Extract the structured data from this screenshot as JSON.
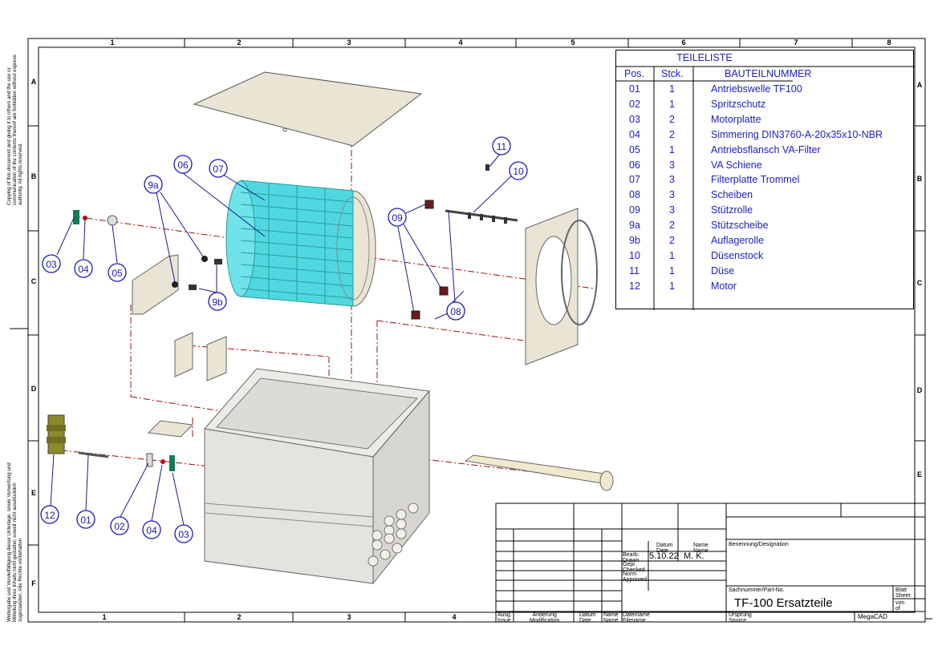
{
  "frame": {
    "columns_top": [
      "1",
      "2",
      "3",
      "4",
      "5",
      "6",
      "7",
      "8"
    ],
    "columns_bottom": [
      "1",
      "2",
      "3",
      "4"
    ],
    "rows": [
      "A",
      "B",
      "C",
      "D",
      "E",
      "F"
    ],
    "copyright_en": "Copying of this document and giving it to others and the use or communication of the contents thereof are forbidden without express authority. All rights reserved.",
    "copyright_de": "Weitergabe und Vervielfältigung dieser Unterlage, sowie Verwertung und Mitteilung ihres Inhalts nicht gestattet, soweit nicht ausdrücklich zugestanden. Alle Rechte vorbehalten"
  },
  "parts_list": {
    "title": "TEILELISTE",
    "headers": {
      "pos": "Pos.",
      "qty": "Stck.",
      "part": "BAUTEILNUMMER"
    },
    "rows": [
      {
        "pos": "01",
        "qty": "1",
        "part": "Antriebswelle TF100"
      },
      {
        "pos": "02",
        "qty": "1",
        "part": "Spritzschutz"
      },
      {
        "pos": "03",
        "qty": "2",
        "part": "Motorplatte"
      },
      {
        "pos": "04",
        "qty": "2",
        "part": "Simmering DIN3760-A-20x35x10-NBR"
      },
      {
        "pos": "05",
        "qty": "1",
        "part": "Antriebsflansch  VA-Filter"
      },
      {
        "pos": "06",
        "qty": "3",
        "part": "VA Schiene"
      },
      {
        "pos": "07",
        "qty": "3",
        "part": "Filterplatte Trommel"
      },
      {
        "pos": "08",
        "qty": "3",
        "part": "Scheiben"
      },
      {
        "pos": "09",
        "qty": "3",
        "part": "Stützrolle"
      },
      {
        "pos": "9a",
        "qty": "2",
        "part": "Stützscheibe"
      },
      {
        "pos": "9b",
        "qty": "2",
        "part": "Auflagerolle"
      },
      {
        "pos": "10",
        "qty": "1",
        "part": "Düsenstock"
      },
      {
        "pos": "11",
        "qty": "1",
        "part": "Düse"
      },
      {
        "pos": "12",
        "qty": "1",
        "part": "Motor"
      }
    ]
  },
  "callouts": {
    "c03a": "03",
    "c04a": "04",
    "c05": "05",
    "c06": "06",
    "c07": "07",
    "c9a": "9a",
    "c9b": "9b",
    "c09": "09",
    "c08": "08",
    "c10": "10",
    "c11": "11",
    "c12": "12",
    "c01": "01",
    "c02": "02",
    "c04b": "04",
    "c03b": "03"
  },
  "title_block": {
    "datum_de": "Datum",
    "datum_en": "Date",
    "name_de": "Name",
    "name_en": "Name",
    "bearb_de": "Bearb.",
    "bearb_en": "Drawn",
    "gepr_de": "Gepr.",
    "gepr_en": "Checked",
    "norm_de": "Norm",
    "norm_en": "Approved",
    "drawn_date": "5.10.22",
    "drawn_name": "M. K.",
    "designation_label": "Benennung/Designation",
    "part_no_label": "Sachnummer/Part-No.",
    "part_no": "TF-100 Ersatzteile",
    "sheet_de": "Blatt",
    "sheet_en": "Sheet",
    "of_de": "von",
    "of_en": "of",
    "ausg_de": "Ausg.",
    "ausg_en": "Issue",
    "aend_de": "Änderung",
    "aend_en": "Modification",
    "datum2_de": "Datum",
    "datum2_en": "Date",
    "name2_de": "Name",
    "name2_en": "Name",
    "file_de": "Dateiname",
    "file_en": "Filename",
    "origin_de": "Ursprung",
    "origin_en": "Source",
    "software": "MegaCAD"
  },
  "colors": {
    "callout_blue": "#1a1ab8",
    "leader_blue": "#1a1a8c",
    "drum_cyan": "#4fd8e0",
    "plate_beige": "#e9e4d4",
    "motor_olive": "#8a8a2a",
    "dashdot_red": "#9a1010"
  }
}
